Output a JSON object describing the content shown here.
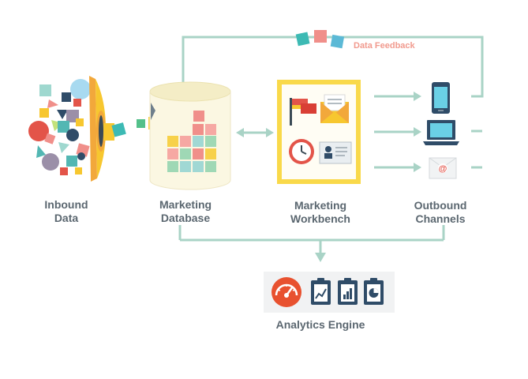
{
  "feedback": {
    "label": "Data Feedback"
  },
  "stages": {
    "inbound": {
      "line1": "Inbound",
      "line2": "Data"
    },
    "database": {
      "line1": "Marketing",
      "line2": "Database"
    },
    "workbench": {
      "line1": "Marketing",
      "line2": "Workbench"
    },
    "outbound": {
      "line1": "Outbound",
      "line2": "Channels"
    },
    "analytics": {
      "line1": "Analytics Engine"
    }
  },
  "icons": {
    "inbound": "colorful-shapes-funnel-icon",
    "database": "database-cylinder-icon",
    "workbench": [
      "flag-icon",
      "envelope-icon",
      "clock-icon",
      "id-card-icon"
    ],
    "outbound": [
      "smartphone-icon",
      "laptop-icon",
      "email-icon"
    ],
    "analytics": [
      "gauge-icon",
      "line-chart-clipboard-icon",
      "bar-chart-clipboard-icon",
      "pie-chart-clipboard-icon"
    ]
  },
  "colors": {
    "connector": "#a9d3c6",
    "label_text": "#5b6770",
    "feedback_text": "#f19a8e",
    "funnel_yellow": "#f7c72f",
    "workbench_frame": "#f9d94a",
    "accent_red": "#e35449",
    "teal": "#53b7b3",
    "navy": "#2f4c68"
  }
}
